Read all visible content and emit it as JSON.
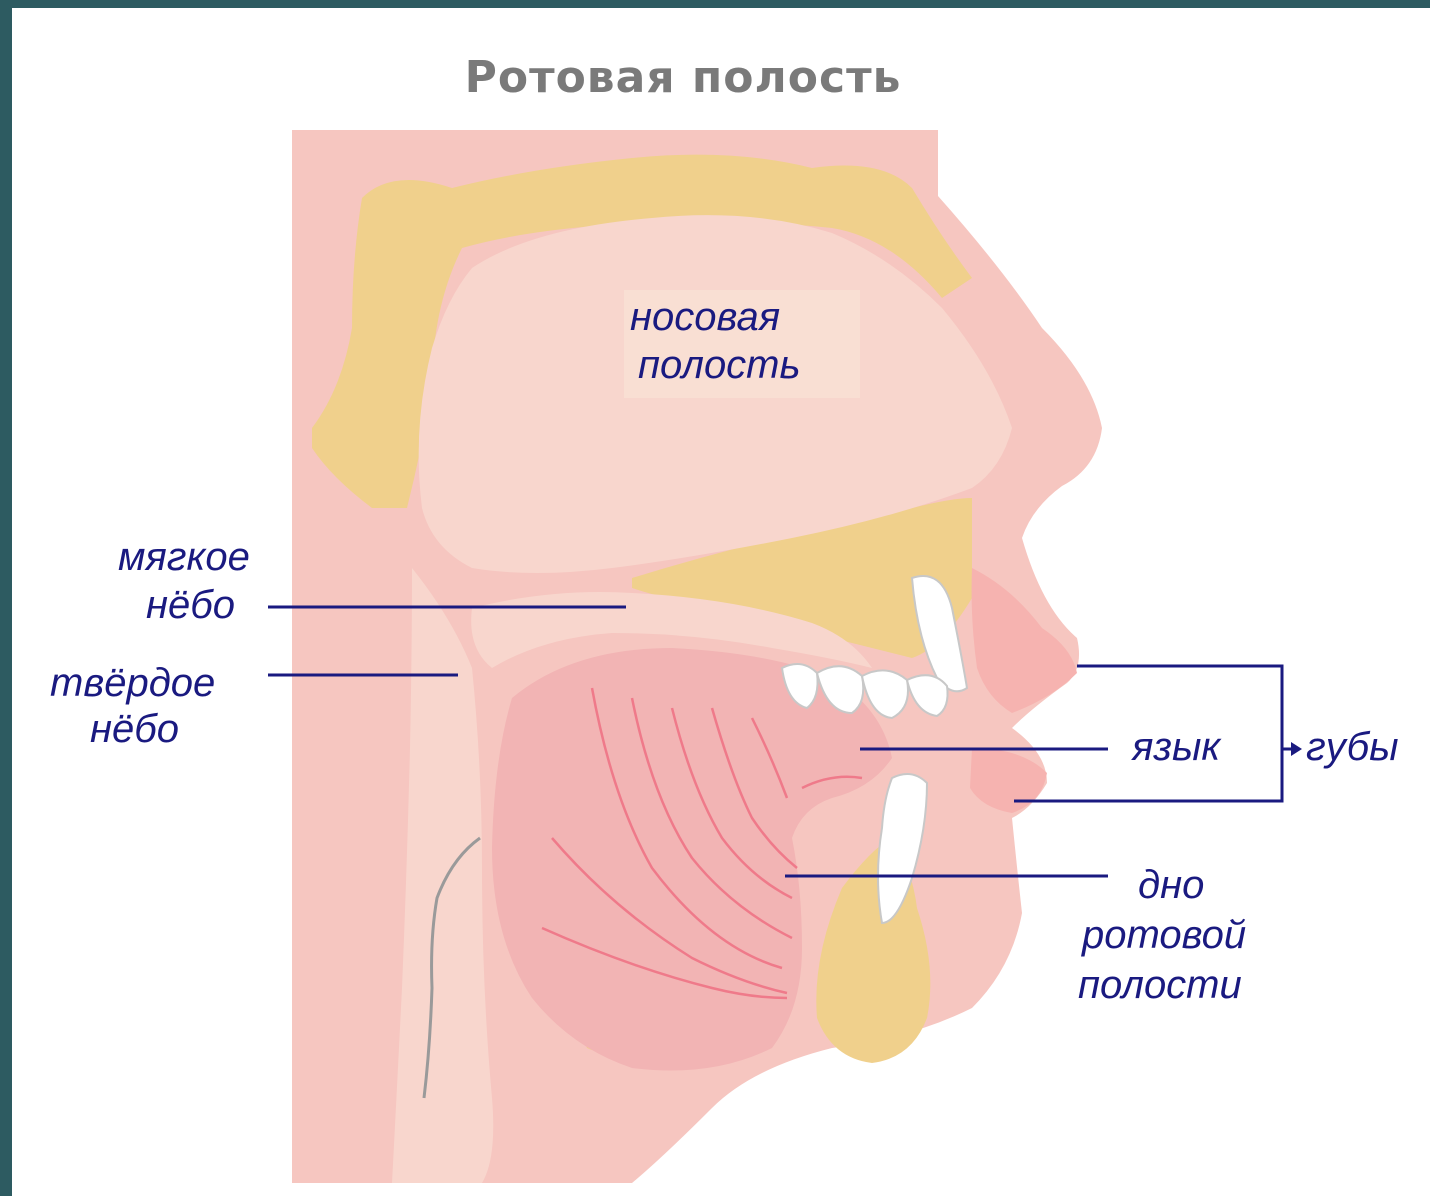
{
  "title": "Ротовая полость",
  "labels": {
    "nasal_line1": "носовая",
    "nasal_line2": "полость",
    "soft_palate_line1": "мягкое",
    "soft_palate_line2": "нёбо",
    "hard_palate_line1": "твёрдое",
    "hard_palate_line2": "нёбо",
    "tongue": "язык",
    "lips": "губы",
    "floor_line1": "дно",
    "floor_line2": "ротовой",
    "floor_line3": "полости"
  },
  "colors": {
    "background": "#2d5b61",
    "skin": "#f6c6c0",
    "tissue_light": "#f8d6cd",
    "bone": "#f0d08c",
    "tongue": "#f2b4b4",
    "label": "#1a1a80",
    "title": "#7a7a7a"
  }
}
